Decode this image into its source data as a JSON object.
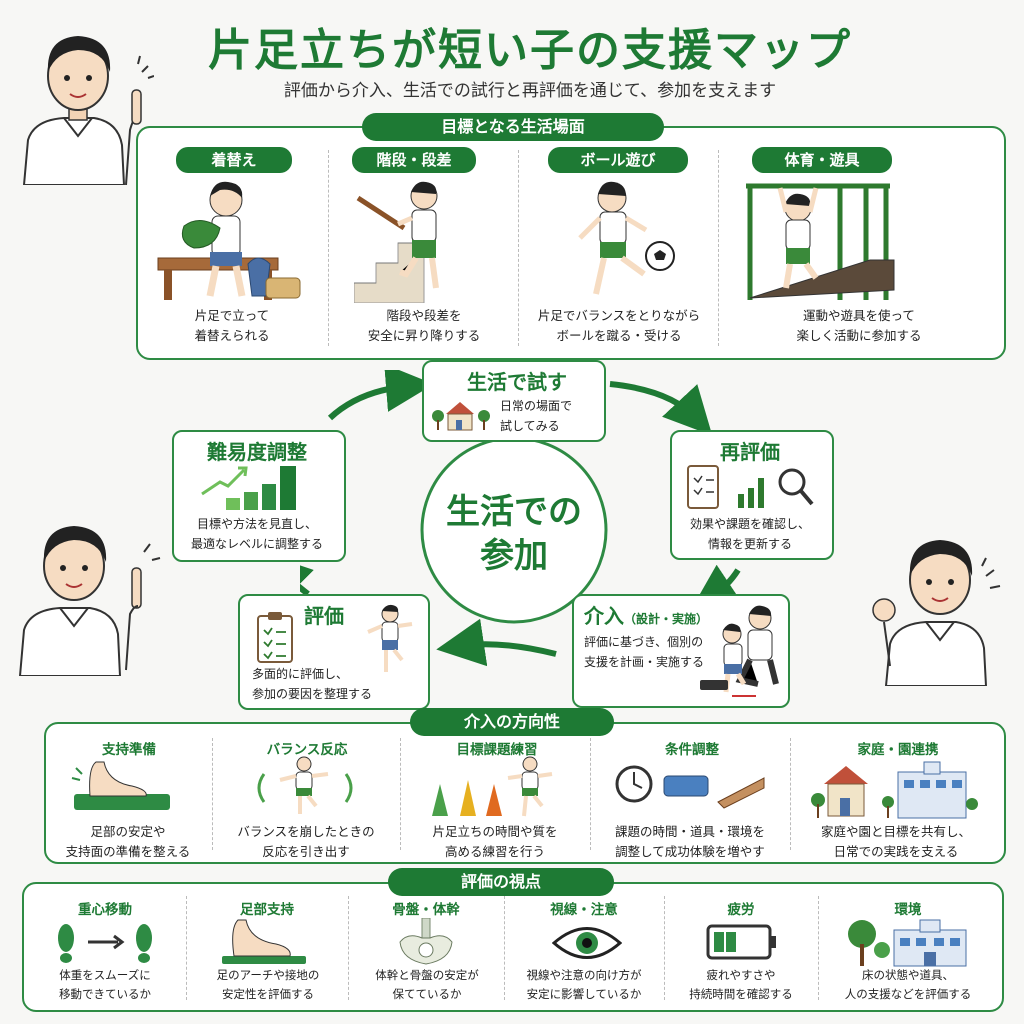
{
  "header": {
    "title": "片足立ちが短い子の支援マップ",
    "subtitle": "評価から介入、生活での試行と再評価を通じて、参加を支えます"
  },
  "goals": {
    "section_title": "目標となる生活場面",
    "items": [
      {
        "label": "着替え",
        "desc1": "片足で立って",
        "desc2": "着替えられる"
      },
      {
        "label": "階段・段差",
        "desc1": "階段や段差を",
        "desc2": "安全に昇り降りする"
      },
      {
        "label": "ボール遊び",
        "desc1": "片足でバランスをとりながら",
        "desc2": "ボールを蹴る・受ける"
      },
      {
        "label": "体育・遊具",
        "desc1": "運動や遊具を使って",
        "desc2": "楽しく活動に参加する"
      }
    ]
  },
  "cycle": {
    "center1": "生活での",
    "center2": "参加",
    "try": {
      "title": "生活で試す",
      "desc1": "日常の場面で",
      "desc2": "試してみる"
    },
    "reeval": {
      "title": "再評価",
      "desc1": "効果や課題を確認し、",
      "desc2": "情報を更新する"
    },
    "intervene": {
      "title": "介入",
      "title_sub": "（設計・実施）",
      "desc1": "評価に基づき、個別の",
      "desc2": "支援を計画・実施する"
    },
    "evaluate": {
      "title": "評価",
      "desc1": "多面的に評価し、",
      "desc2": "参加の要因を整理する"
    },
    "adjust": {
      "title": "難易度調整",
      "desc1": "目標や方法を見直し、",
      "desc2": "最適なレベルに調整する"
    }
  },
  "strategies": {
    "section_title": "介入の方向性",
    "items": [
      {
        "title": "支持準備",
        "desc1": "足部の安定や",
        "desc2": "支持面の準備を整える"
      },
      {
        "title": "バランス反応",
        "desc1": "バランスを崩したときの",
        "desc2": "反応を引き出す"
      },
      {
        "title": "目標課題練習",
        "desc1": "片足立ちの時間や質を",
        "desc2": "高める練習を行う"
      },
      {
        "title": "条件調整",
        "desc1": "課題の時間・道具・環境を",
        "desc2": "調整して成功体験を増やす"
      },
      {
        "title": "家庭・園連携",
        "desc1": "家庭や園と目標を共有し、",
        "desc2": "日常での実践を支える"
      }
    ]
  },
  "viewpoints": {
    "section_title": "評価の視点",
    "items": [
      {
        "title": "重心移動",
        "desc1": "体重をスムーズに",
        "desc2": "移動できているか"
      },
      {
        "title": "足部支持",
        "desc1": "足のアーチや接地の",
        "desc2": "安定性を評価する"
      },
      {
        "title": "骨盤・体幹",
        "desc1": "体幹と骨盤の安定が",
        "desc2": "保てているか"
      },
      {
        "title": "視線・注意",
        "desc1": "視線や注意の向け方が",
        "desc2": "安定に影響しているか"
      },
      {
        "title": "疲労",
        "desc1": "疲れやすさや",
        "desc2": "持続時間を確認する"
      },
      {
        "title": "環境",
        "desc1": "床の状態や道具、",
        "desc2": "人の支援などを評価する"
      }
    ]
  },
  "colors": {
    "accent": "#1e7a34",
    "border": "#2e8b44",
    "light": "#6fbf5a"
  }
}
